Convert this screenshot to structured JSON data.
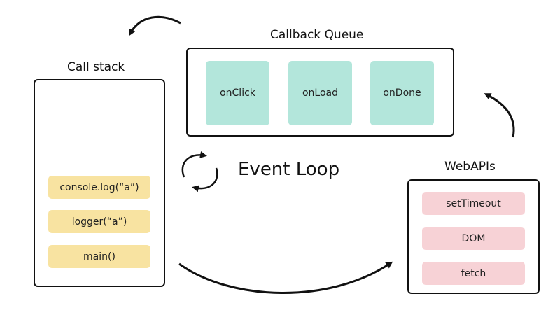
{
  "callback_queue": {
    "title": "Callback Queue",
    "items": [
      "onClick",
      "onLoad",
      "onDone"
    ]
  },
  "call_stack": {
    "title": "Call stack",
    "items": [
      "console.log(“a”)",
      "logger(“a”)",
      "main()"
    ]
  },
  "web_apis": {
    "title": "WebAPIs",
    "items": [
      "setTimeout",
      "DOM",
      "fetch"
    ]
  },
  "event_loop": {
    "label": "Event Loop"
  },
  "colors": {
    "queue_item": "#b3e6db",
    "stack_item": "#f8e3a1",
    "api_item": "#f7d2d6",
    "stroke": "#111111"
  }
}
